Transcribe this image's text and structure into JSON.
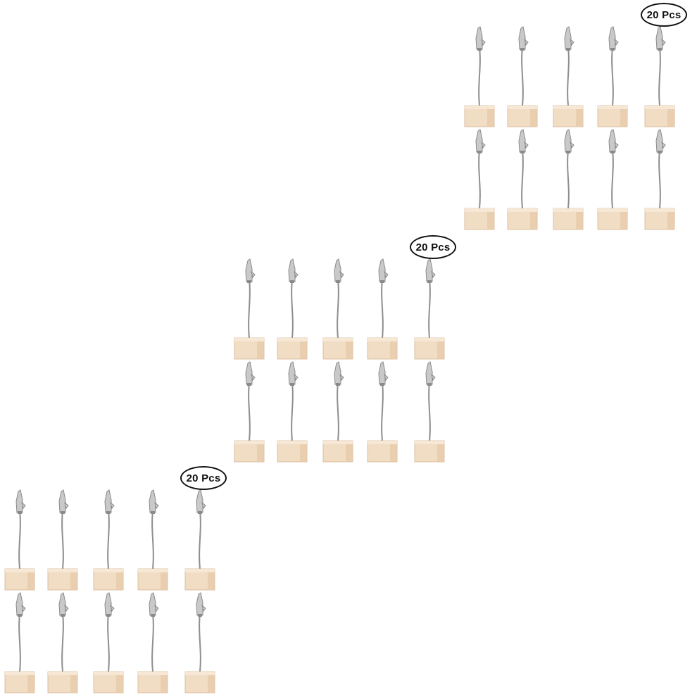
{
  "image": {
    "background_color": "#ffffff",
    "description_items": "clip-holder"
  },
  "groups": [
    {
      "badge_label": "20 Pcs"
    },
    {
      "badge_label": "20 Pcs"
    },
    {
      "badge_label": "20 Pcs"
    }
  ],
  "colors": {
    "wood_front": "#f1dcc4",
    "wood_top": "#f7e8d6",
    "wood_side": "#e6c9a8",
    "wood_edge": "#d6b592",
    "wire": "#8e8e8e",
    "clip": "#c9c9c9",
    "clip_edge": "#8a8a8a"
  }
}
